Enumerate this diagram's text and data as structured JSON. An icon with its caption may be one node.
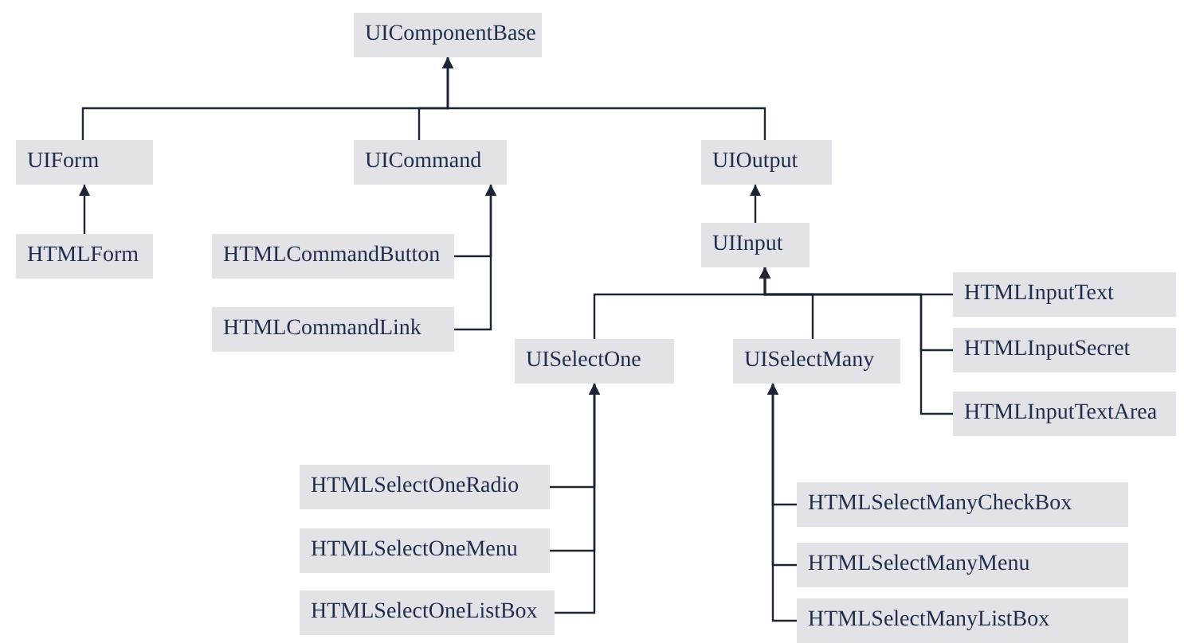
{
  "diagram": {
    "nodes": [
      {
        "text": [
          "UIComponentBase"
        ]
      },
      {
        "text": [
          "UIForm"
        ]
      },
      {
        "text": [
          "HTMLForm"
        ]
      },
      {
        "text": [
          "UICommand"
        ]
      },
      {
        "text": [
          "HTMLCommandButton"
        ]
      },
      {
        "text": [
          "HTMLCommandLink"
        ]
      },
      {
        "text": [
          "UIOutput"
        ]
      },
      {
        "text": [
          "UIInput"
        ]
      },
      {
        "text": [
          "HTMLInputText"
        ]
      },
      {
        "text": [
          "HTMLInputSecret"
        ]
      },
      {
        "text": [
          "HTMLInputTextArea"
        ]
      },
      {
        "text": [
          "UISelectOne"
        ]
      },
      {
        "text": [
          "UISelectMany"
        ]
      },
      {
        "text": [
          "HTMLSelectOneRadio"
        ]
      },
      {
        "text": [
          "HTMLSelectOneMenu"
        ]
      },
      {
        "text": [
          "HTMLSelectOneListBox"
        ]
      },
      {
        "text": [
          "HTMLSelectManyCheckBox"
        ]
      },
      {
        "text": [
          "HTMLSelectManyMenu"
        ]
      },
      {
        "text": [
          "HTMLSelectManyListBox"
        ]
      }
    ],
    "edges": [
      {
        "from": 1,
        "to": 0,
        "arrow": "to"
      },
      {
        "from": 3,
        "to": 0,
        "arrow": "to"
      },
      {
        "from": 6,
        "to": 0,
        "arrow": "to"
      },
      {
        "from": 2,
        "to": 1,
        "arrow": "to"
      },
      {
        "from": 4,
        "to": 3,
        "arrow": "to"
      },
      {
        "from": 5,
        "to": 3,
        "arrow": "to"
      },
      {
        "from": 7,
        "to": 6,
        "arrow": "to"
      },
      {
        "from": 8,
        "to": 7,
        "arrow": "to"
      },
      {
        "from": 9,
        "to": 7,
        "arrow": "to"
      },
      {
        "from": 10,
        "to": 7,
        "arrow": "to"
      },
      {
        "from": 11,
        "to": 7,
        "arrow": "to"
      },
      {
        "from": 12,
        "to": 7,
        "arrow": "to"
      },
      {
        "from": 13,
        "to": 11,
        "arrow": "to"
      },
      {
        "from": 14,
        "to": 11,
        "arrow": "to"
      },
      {
        "from": 15,
        "to": 11,
        "arrow": "to"
      },
      {
        "from": 16,
        "to": 12,
        "arrow": "to"
      },
      {
        "from": 17,
        "to": 12,
        "arrow": "to"
      },
      {
        "from": 18,
        "to": 12,
        "arrow": "to"
      }
    ]
  }
}
